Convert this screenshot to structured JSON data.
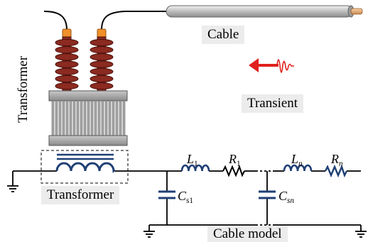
{
  "labels": {
    "cable": "Cable",
    "transient": "Transient",
    "transformer_vertical": "Transformer",
    "transformer": "Transformer",
    "cable_model": "Cable model"
  },
  "components": {
    "L1": {
      "symbol": "L",
      "sub": "1"
    },
    "R1": {
      "symbol": "R",
      "sub": "1"
    },
    "Ln": {
      "symbol": "L",
      "sub": "n"
    },
    "Rn": {
      "symbol": "R",
      "sub": "n"
    },
    "Cs1": {
      "symbol": "C",
      "sub": "s1"
    },
    "Csn": {
      "symbol": "C",
      "sub": "sn"
    }
  },
  "colors": {
    "insulator": "#8b2a20",
    "insulator_edge": "#4a120c",
    "terminal": "#f0902a",
    "wire": "#000000",
    "coil": "#1f3f74",
    "resistor": "#1f3f74",
    "cable_body": "#c8c8c8",
    "cable_core": "#e8b888",
    "transient": "#e0201c",
    "label_bg": "#ececec",
    "core_frame": "#8e8e8e"
  }
}
